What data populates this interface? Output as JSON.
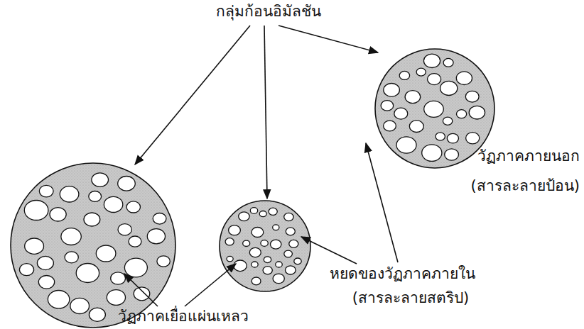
{
  "diagram": {
    "labels": [
      "กลุ่มก้อนอิมัลชัน",
      "วัฏภาคภายนอก",
      "(สารละลายป้อน)",
      "หยดของวัฏภาคภายใน",
      "(สารละลายสตริป)",
      "วัฏภาคเยื่อแผ่นเหลว"
    ]
  }
}
